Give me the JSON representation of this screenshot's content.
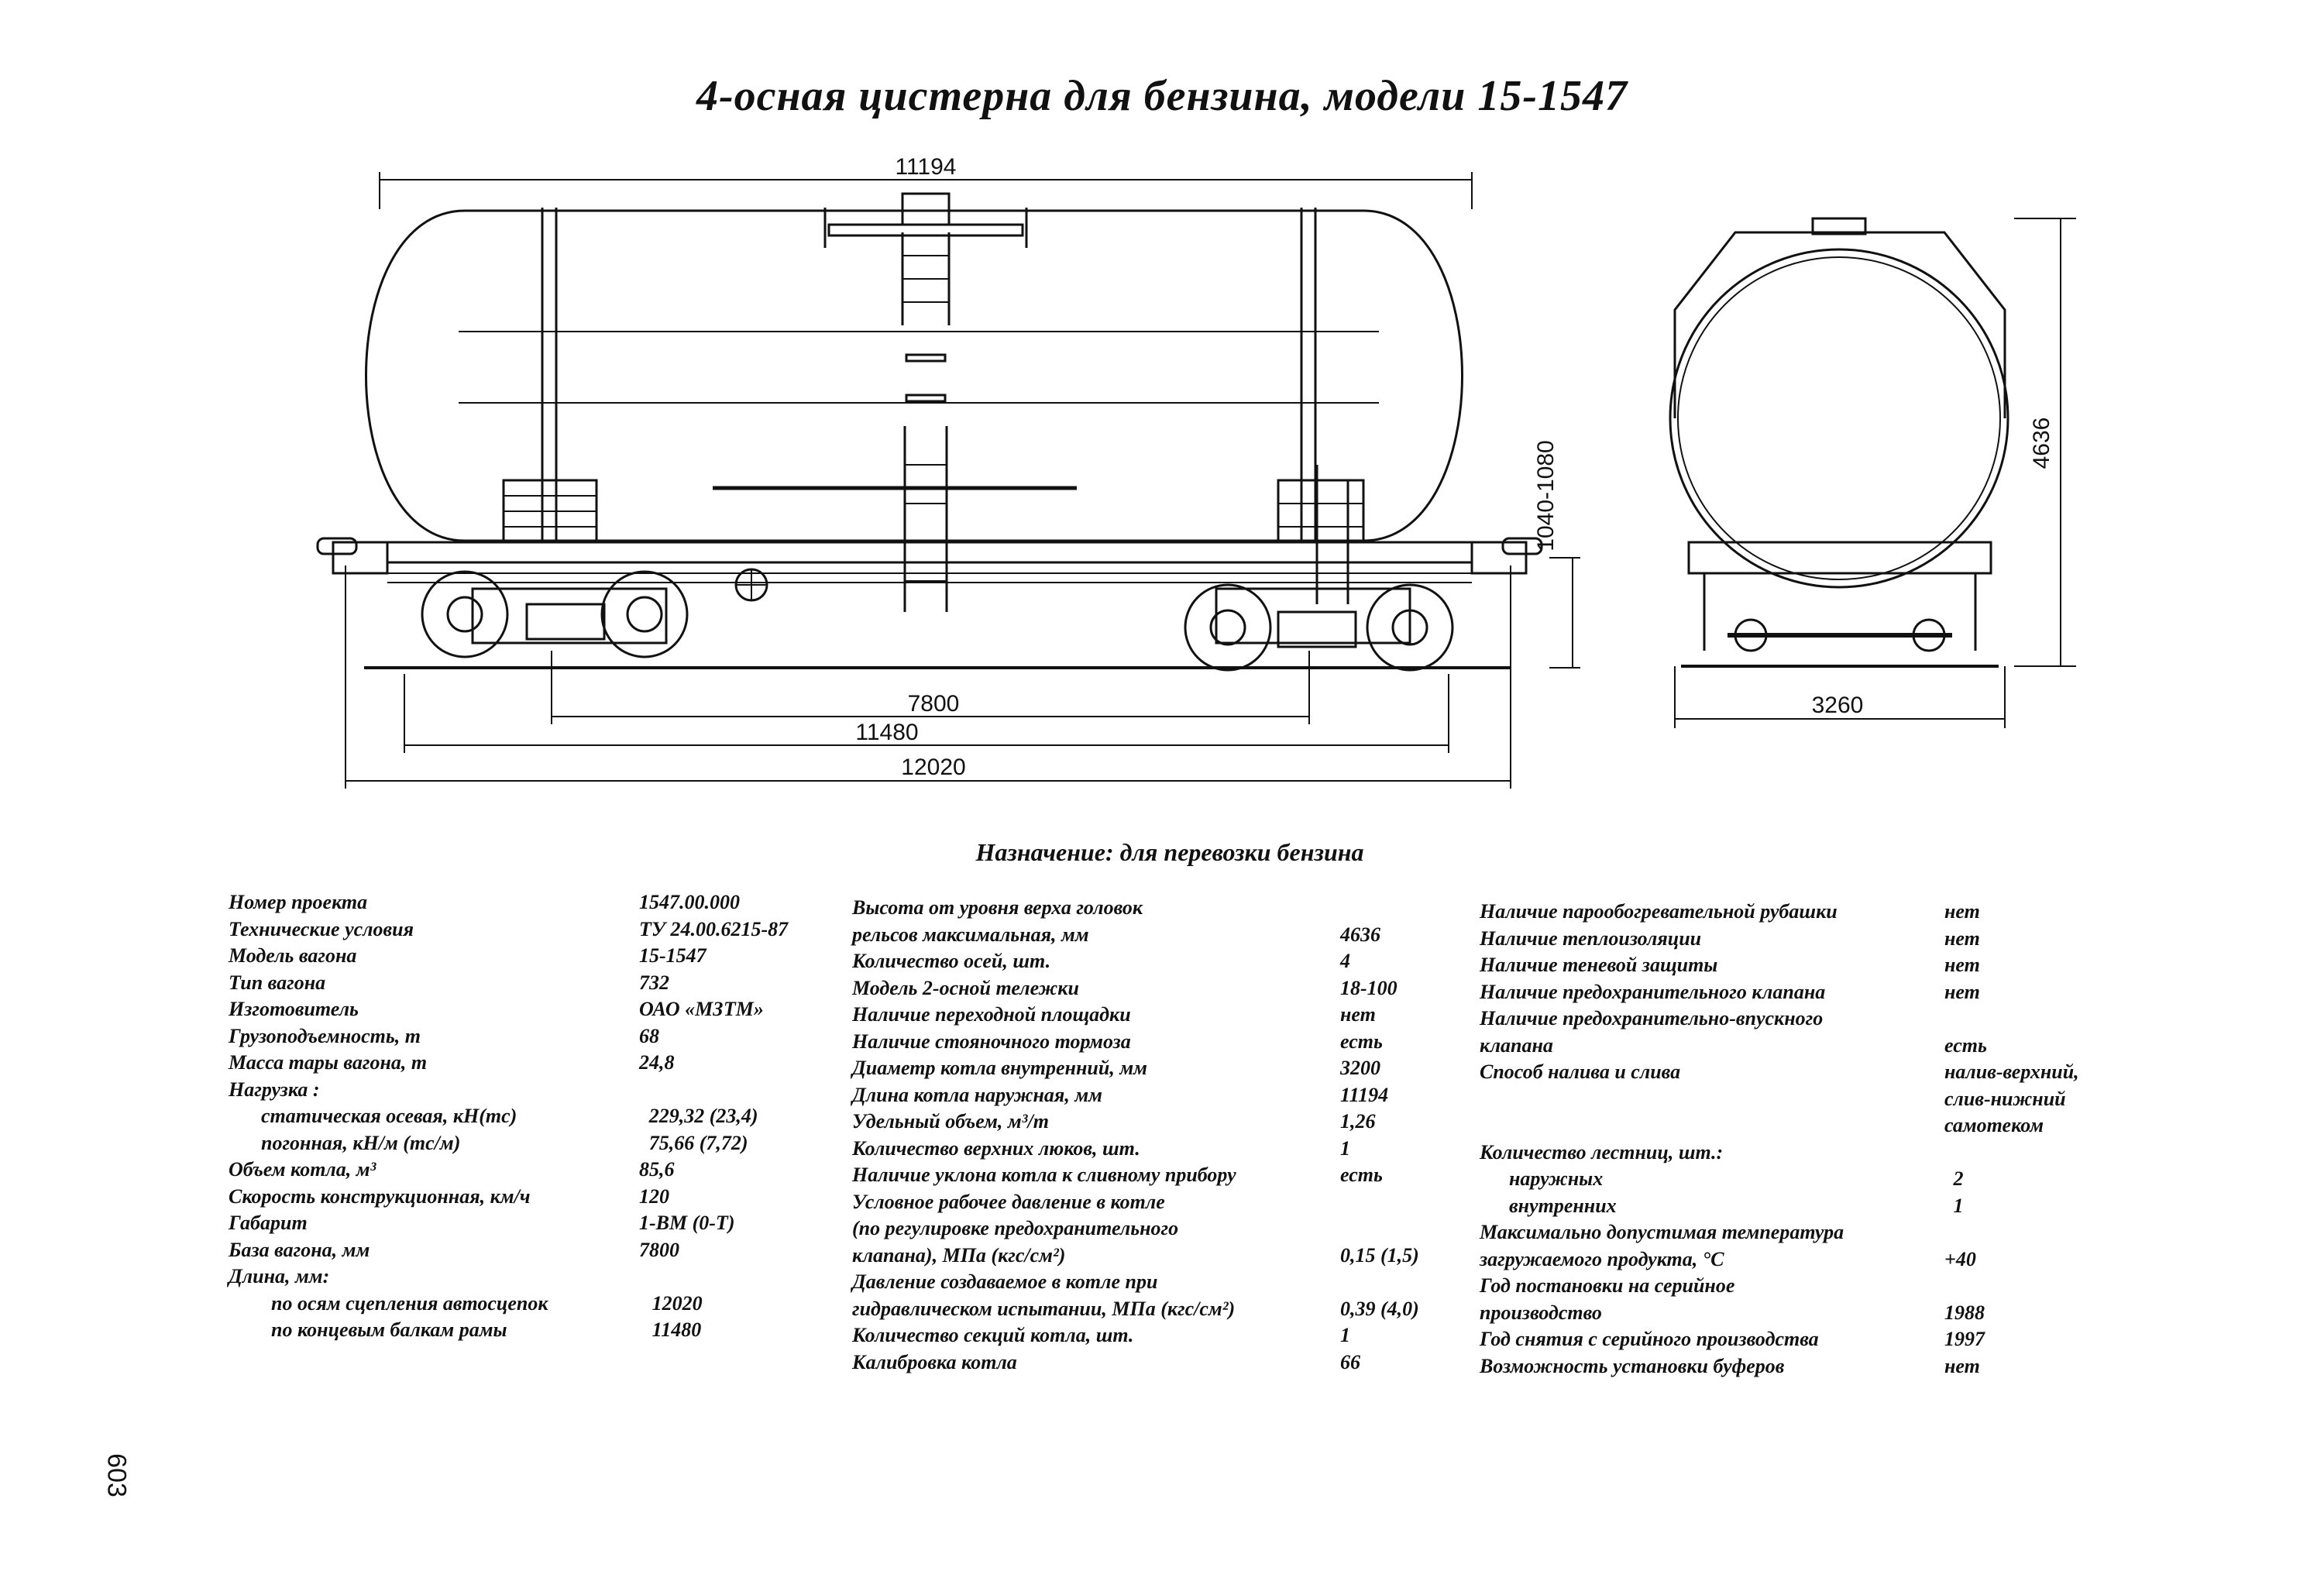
{
  "title": "4-осная цистерна для бензина, модели 15-1547",
  "drawing": {
    "dim_tank_length": "11194",
    "dim_coupling_height": "1040-1080",
    "dim_base": "7800",
    "dim_frame_length": "11480",
    "dim_coupling_length": "12020",
    "dim_height": "4636",
    "dim_width": "3260"
  },
  "purpose": "Назначение: для перевозки бензина",
  "spec_col1": [
    {
      "label": "Номер проекта",
      "value": "1547.00.000",
      "indent": 0
    },
    {
      "label": "Технические условия",
      "value": "ТУ 24.00.6215-87",
      "indent": 0
    },
    {
      "label": "Модель вагона",
      "value": "15-1547",
      "indent": 0
    },
    {
      "label": "Тип вагона",
      "value": "732",
      "indent": 0
    },
    {
      "label": "Изготовитель",
      "value": "ОАО «МЗТМ»",
      "indent": 0
    },
    {
      "label": "Грузоподъемность, т",
      "value": "68",
      "indent": 0
    },
    {
      "label": "Масса тары вагона, т",
      "value": "24,8",
      "indent": 0
    },
    {
      "label": "Нагрузка :",
      "value": "",
      "indent": 0
    },
    {
      "label": "статическая осевая, кН(тс)",
      "value": "229,32 (23,4)",
      "indent": 1
    },
    {
      "label": "погонная, кН/м (тс/м)",
      "value": "75,66 (7,72)",
      "indent": 1
    },
    {
      "label": "Объем котла, м³",
      "value": "85,6",
      "indent": 0
    },
    {
      "label": "Скорость конструкционная, км/ч",
      "value": "120",
      "indent": 0
    },
    {
      "label": "Габарит",
      "value": "1-ВМ (0-Т)",
      "indent": 0
    },
    {
      "label": "База вагона, мм",
      "value": "7800",
      "indent": 0
    },
    {
      "label": "Длина, мм:",
      "value": "",
      "indent": 0
    },
    {
      "label": "по осям сцепления автосцепок",
      "value": "12020",
      "indent": 2
    },
    {
      "label": "по концевым балкам рамы",
      "value": "11480",
      "indent": 2
    }
  ],
  "spec_col2": [
    {
      "label": "Высота от уровня верха головок",
      "value": ""
    },
    {
      "label": "рельсов максимальная, мм",
      "value": "4636"
    },
    {
      "label": "Количество осей, шт.",
      "value": "4"
    },
    {
      "label": "Модель 2-осной тележки",
      "value": "18-100"
    },
    {
      "label": "Наличие переходной площадки",
      "value": "нет"
    },
    {
      "label": "Наличие стояночного тормоза",
      "value": "есть"
    },
    {
      "label": "Диаметр котла внутренний, мм",
      "value": "3200"
    },
    {
      "label": "Длина котла наружная, мм",
      "value": "11194"
    },
    {
      "label": "Удельный объем, м³/т",
      "value": "1,26"
    },
    {
      "label": "Количество верхних люков, шт.",
      "value": "1"
    },
    {
      "label": "Наличие уклона котла к сливному прибору",
      "value": "есть"
    },
    {
      "label": "Условное рабочее давление в котле",
      "value": ""
    },
    {
      "label": "(по регулировке предохранительного",
      "value": ""
    },
    {
      "label": "клапана), МПа (кгс/см²)",
      "value": "0,15 (1,5)"
    },
    {
      "label": "Давление создаваемое в котле при",
      "value": ""
    },
    {
      "label": "гидравлическом испытании, МПа (кгс/см²)",
      "value": "0,39 (4,0)"
    },
    {
      "label": "Количество секций котла, шт.",
      "value": "1"
    },
    {
      "label": "Калибровка котла",
      "value": "66"
    }
  ],
  "spec_col3": [
    {
      "label": "Наличие парообогревательной рубашки",
      "value": "нет",
      "indent": 0
    },
    {
      "label": "Наличие теплоизоляции",
      "value": "нет",
      "indent": 0
    },
    {
      "label": "Наличие теневой защиты",
      "value": "нет",
      "indent": 0
    },
    {
      "label": "Наличие предохранительного клапана",
      "value": "нет",
      "indent": 0
    },
    {
      "label": "Наличие предохранительно-впускного",
      "value": "",
      "indent": 0
    },
    {
      "label": "клапана",
      "value": "есть",
      "indent": 0
    },
    {
      "label": "Способ налива и слива",
      "value": "налив-верхний,",
      "indent": 0
    },
    {
      "label": "",
      "value": "слив-нижний",
      "indent": 0
    },
    {
      "label": "",
      "value": "самотеком",
      "indent": 0
    },
    {
      "label": "Количество лестниц, шт.:",
      "value": "",
      "indent": 0
    },
    {
      "label": "наружных",
      "value": "2",
      "indent": 3
    },
    {
      "label": "внутренних",
      "value": "1",
      "indent": 3
    },
    {
      "label": "Максимально допустимая температура",
      "value": "",
      "indent": 0
    },
    {
      "label": "загружаемого продукта, °С",
      "value": "+40",
      "indent": 0
    },
    {
      "label": "Год постановки на серийное",
      "value": "",
      "indent": 0
    },
    {
      "label": "производство",
      "value": "1988",
      "indent": 0
    },
    {
      "label": "Год снятия с серийного производства",
      "value": "1997",
      "indent": 0
    },
    {
      "label": "Возможность установки буферов",
      "value": "нет",
      "indent": 0
    }
  ],
  "page_number": "603"
}
